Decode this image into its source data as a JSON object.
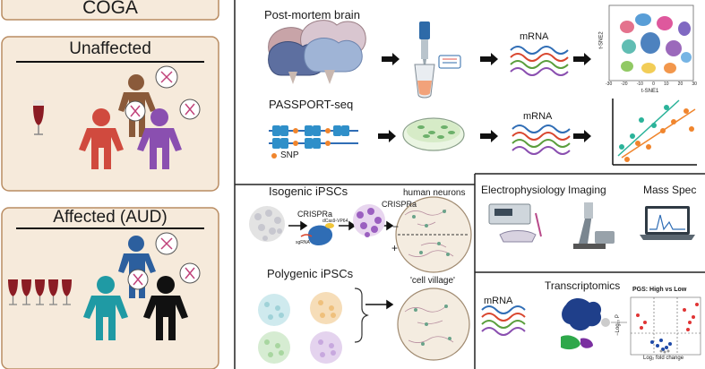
{
  "left": {
    "coga_title": "COGA",
    "unaffected": {
      "label": "Unaffected"
    },
    "affected": {
      "label": "Affected (AUD)"
    }
  },
  "top_right": {
    "row1": {
      "label": "Post-mortem brain",
      "mrna": "mRNA"
    },
    "row2": {
      "label": "PASSPORT-seq",
      "mrna": "mRNA",
      "snp": "SNP"
    },
    "tsne": {
      "xlabel": "t-SNE1",
      "ylabel": "t-SNE2",
      "xticks": [
        "-30",
        "-20",
        "-10",
        "0",
        "10",
        "20",
        "30"
      ]
    }
  },
  "bottom": {
    "isogenic": {
      "title": "Isogenic  iPSCs",
      "crispra": "CRISPRa",
      "sgrna": "sgRNA",
      "dcas": "dCas9-VP64",
      "crispra_dish": "CRISPRa",
      "minus": "−",
      "plus": "+"
    },
    "human_neurons": "human neurons",
    "polygenic": {
      "title": "Polygenic  iPSCs",
      "village": "'cell village'"
    },
    "assays": {
      "ephys": "Electrophysiology",
      "imaging": "Imaging",
      "mass_spec": "Mass Spec"
    },
    "transcriptomics": {
      "title": "Transcriptomics",
      "mrna": "mRNA",
      "pgs": "PGS: High vs Low",
      "xlabel": "Log₂ fold change",
      "ylabel": "−Log₁₀ P"
    }
  },
  "colors": {
    "panel_bg": "#f6eadb",
    "panel_border": "#b98c62",
    "mrna_waves": [
      "#2f6db5",
      "#d9462e",
      "#5a9e3c",
      "#8a4fb0"
    ],
    "scatter_teal": "#2bb39a",
    "scatter_orange": "#f0852d"
  }
}
